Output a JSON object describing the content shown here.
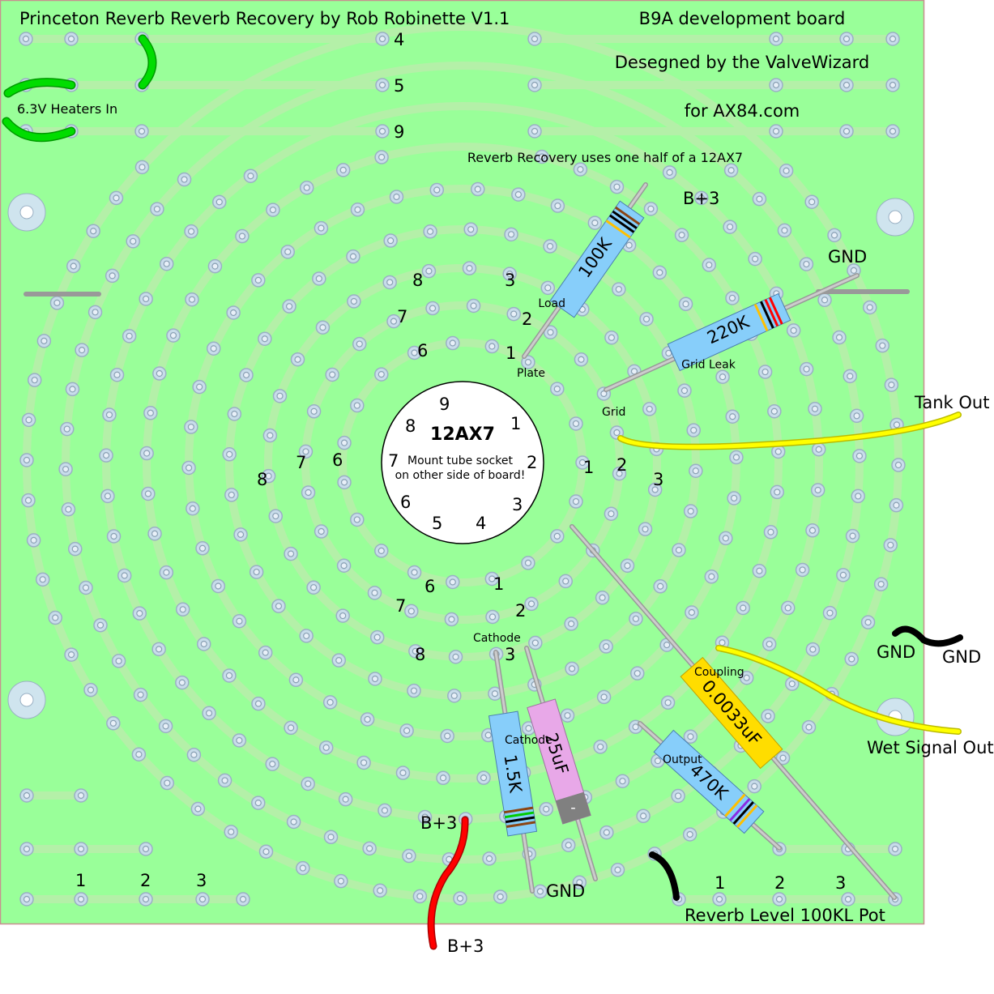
{
  "title": "Princeton Reverb Reverb Recovery by Rob Robinette V1.1",
  "board_info": [
    "B9A development board",
    "Desegned by the ValveWizard",
    "for AX84.com"
  ],
  "note": "Reverb Recovery uses one half of a 12AX7",
  "top_rows": [
    "4",
    "5",
    "9"
  ],
  "heaters_label": "6.3V Heaters In",
  "tube": {
    "name": "12AX7",
    "note_line1": "Mount tube socket",
    "note_line2": "on other side of board!",
    "pins": [
      "1",
      "2",
      "3",
      "4",
      "5",
      "6",
      "7",
      "8",
      "9"
    ]
  },
  "ring_numbers": {
    "upper_left": [
      "8",
      "7",
      "6"
    ],
    "upper_right": [
      "3",
      "2",
      "1"
    ],
    "left": [
      "8",
      "7",
      "6"
    ],
    "right": [
      "1",
      "2",
      "3"
    ],
    "lower_left": [
      "6",
      "7",
      "8"
    ],
    "lower_right": [
      "1",
      "2",
      "3"
    ]
  },
  "labels": {
    "b3_top": "B+3",
    "gnd_top": "GND",
    "plate": "Plate",
    "grid": "Grid",
    "tank_out": "Tank Out",
    "gnd_right": "GND",
    "gnd_wire": "GND",
    "wet_signal_out": "Wet Signal Out",
    "cathode": "Cathode",
    "b3_bottom": "B+3",
    "b3_wire": "B+3",
    "gnd_bottom": "GND",
    "pot": "Reverb Level 100KL Pot",
    "pot_pins": [
      "1",
      "2",
      "3"
    ],
    "bottom_left_pins": [
      "1",
      "2",
      "3"
    ]
  },
  "components": {
    "load": {
      "value": "100K",
      "role": "Load"
    },
    "grid_leak": {
      "value": "220K",
      "role": "Grid Leak"
    },
    "cathode_res": {
      "value": "1.5K",
      "role": "Cathode"
    },
    "cathode_cap": {
      "value": "25uF",
      "polarity": "-"
    },
    "coupling": {
      "value": "0.0033uF",
      "role": "Coupling"
    },
    "output": {
      "value": "470K",
      "role": "Output"
    }
  },
  "colors": {
    "board": "#99ff99",
    "resistor": "#87cefa",
    "electrolytic": "#e8a8e8",
    "film_cap": "#ffdd00",
    "heater_wire": "#00dd00",
    "signal_wire": "#ffff00",
    "ground_wire": "#000000",
    "bplus_wire": "#ff0000"
  }
}
